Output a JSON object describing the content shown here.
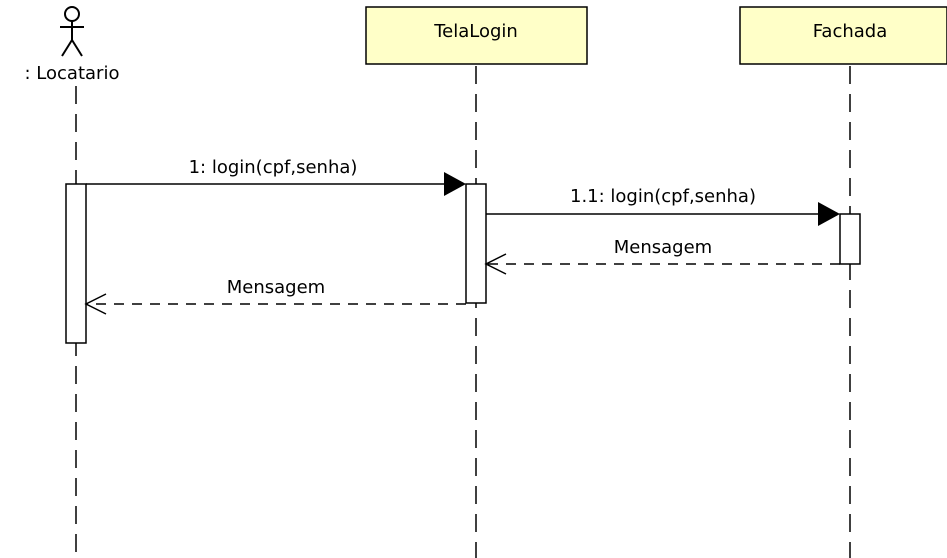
{
  "participants": {
    "actor": {
      "label": ": Locatario"
    },
    "tela_login": {
      "label": "TelaLogin"
    },
    "fachada": {
      "label": "Fachada"
    }
  },
  "messages": [
    {
      "id": "m1",
      "label": "1: login(cpf,senha)",
      "kind": "synchronous",
      "from": "Locatario",
      "to": "TelaLogin"
    },
    {
      "id": "m2",
      "label": "1.1: login(cpf,senha)",
      "kind": "synchronous",
      "from": "TelaLogin",
      "to": "Fachada"
    },
    {
      "id": "m3",
      "label": "Mensagem",
      "kind": "reply",
      "from": "Fachada",
      "to": "TelaLogin"
    },
    {
      "id": "m4",
      "label": "Mensagem",
      "kind": "reply",
      "from": "TelaLogin",
      "to": "Locatario"
    }
  ],
  "colors": {
    "participant_box": "#ffffc8",
    "line": "#000000",
    "background": "#ffffff"
  }
}
